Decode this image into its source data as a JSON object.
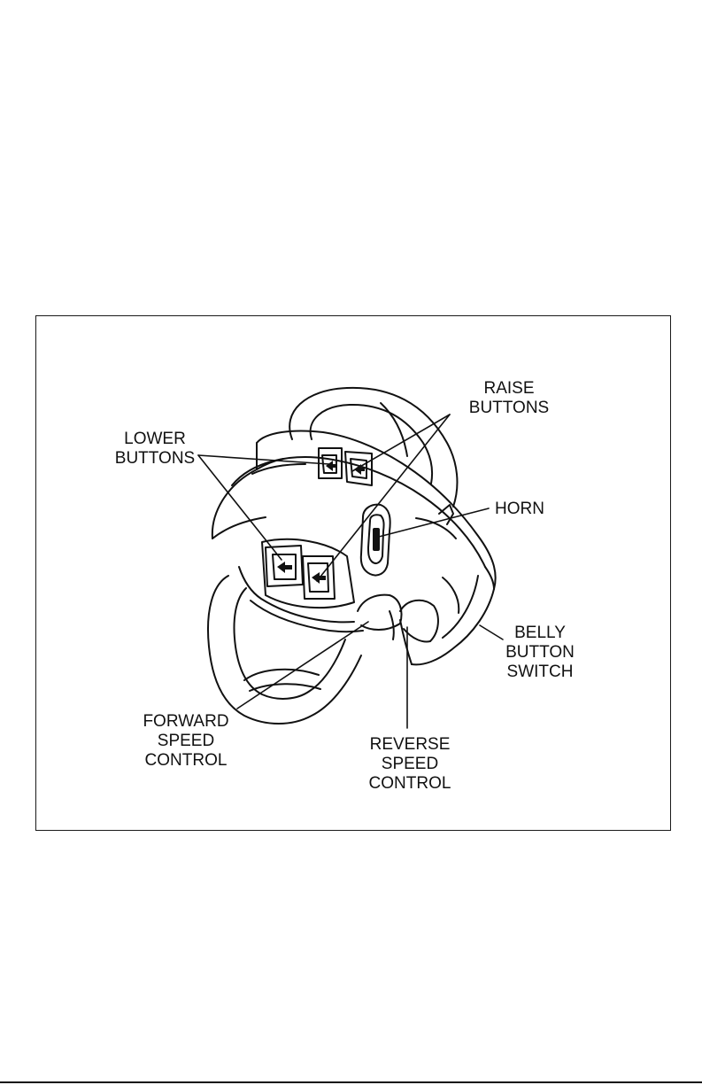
{
  "figure": {
    "callouts": {
      "raise_buttons": [
        "RAISE",
        "BUTTONS"
      ],
      "lower_buttons": [
        "LOWER",
        "BUTTONS"
      ],
      "horn": [
        "HORN"
      ],
      "belly_button_switch": [
        "BELLY",
        "BUTTON",
        "SWITCH"
      ],
      "forward_speed_control": [
        "FORWARD",
        "SPEED",
        "CONTROL"
      ],
      "reverse_speed_control": [
        "REVERSE",
        "SPEED",
        "CONTROL"
      ]
    },
    "icons": [
      "lower-arrow-icon",
      "raise-arrow-icon",
      "horn-icon"
    ]
  },
  "colors": {
    "ink": "#111111",
    "frame": "#1a1a1a",
    "background": "#ffffff"
  }
}
